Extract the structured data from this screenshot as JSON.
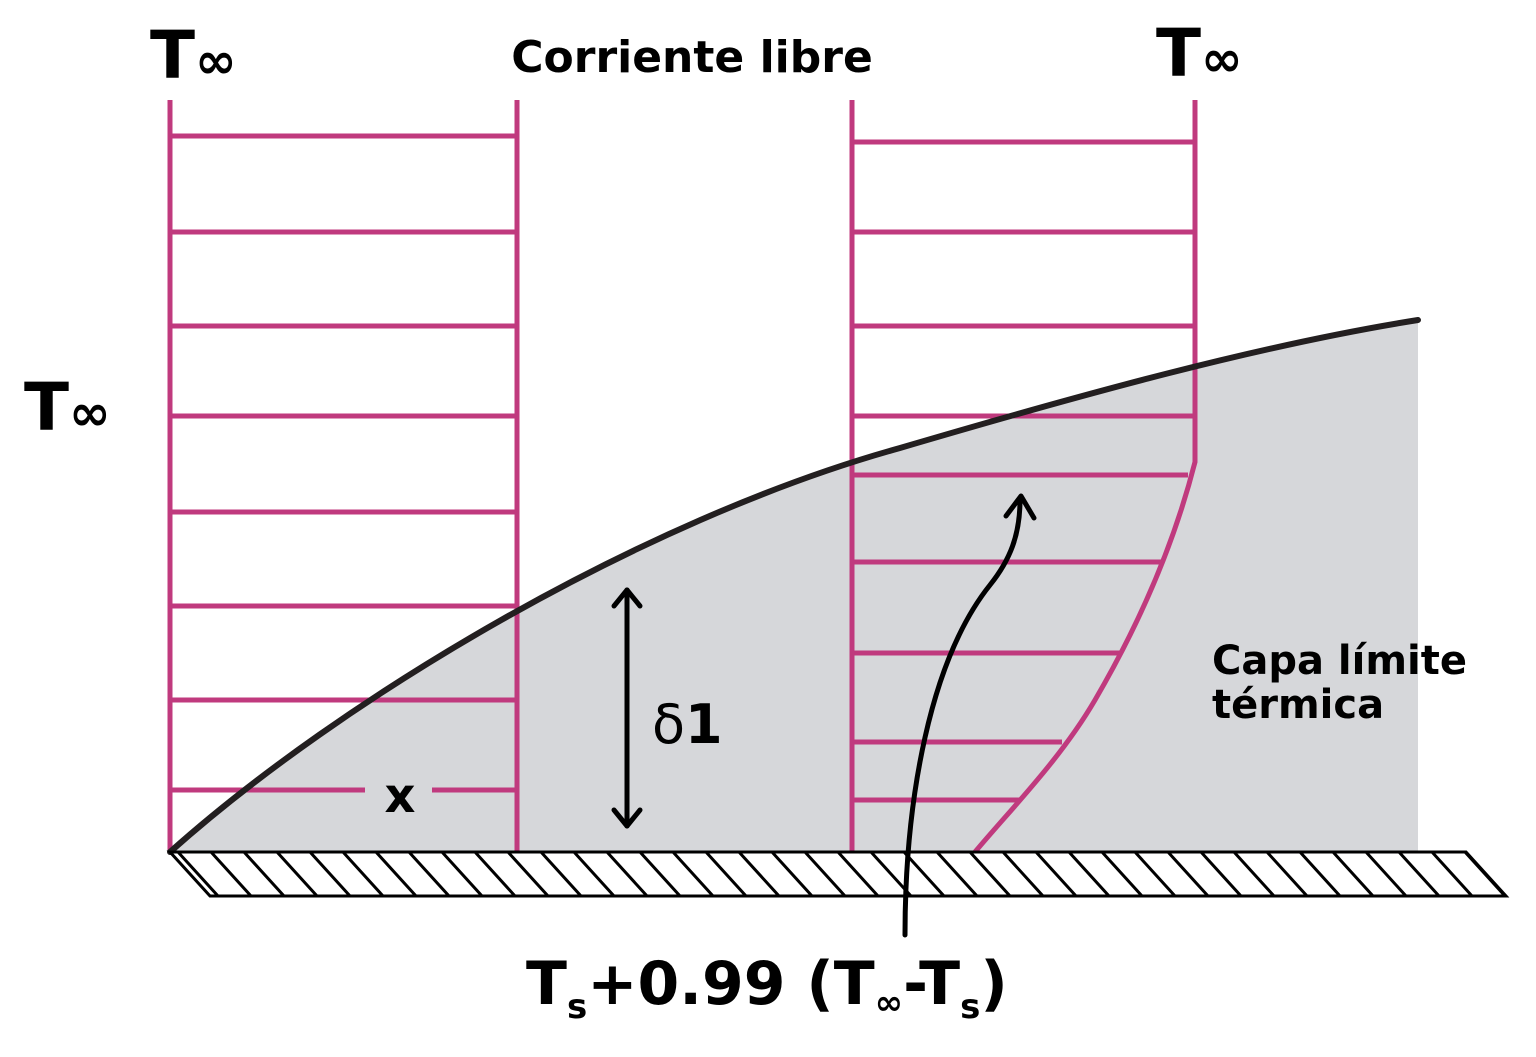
{
  "labels": {
    "t_inf_left_top": "T",
    "t_inf_right_top": "T",
    "t_inf_side": "T",
    "infinity": "∞",
    "free_stream": "Corriente libre",
    "x_label": "x",
    "delta_symbol": "δ",
    "delta_index": "1",
    "boundary_layer_line1": "Capa límite",
    "boundary_layer_line2": "térmica",
    "formula": {
      "t1": "T",
      "s1": "s",
      "middle": "+0.99 (T",
      "inf": "∞",
      "dash": "-T",
      "s2": "s",
      "close": ")"
    }
  },
  "colors": {
    "profile": "#c03a7e",
    "boundary_fill": "#d6d7da",
    "curve": "#231f20",
    "text": "#000000",
    "hatch": "#000000"
  }
}
